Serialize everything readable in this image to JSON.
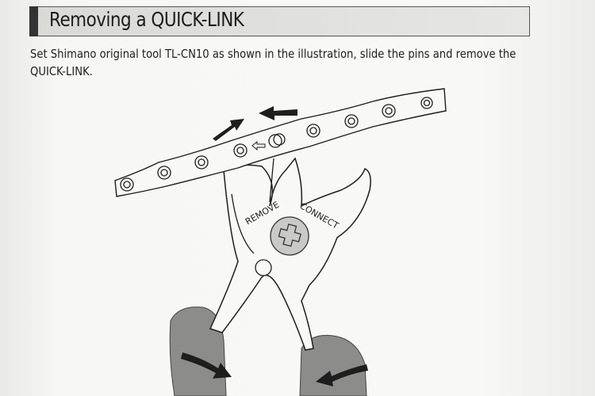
{
  "section": {
    "title": "Removing a QUICK-LINK",
    "instruction": "Set Shimano original tool TL-CN10 as shown in the illustration, slide the pins and remove the QUICK-LINK."
  },
  "illustration": {
    "tool_labels": {
      "remove": "REMOVE",
      "connect": "CONNECT"
    },
    "colors": {
      "hand": "#8c8c8a",
      "screw": "#c9c9c7",
      "line": "#1e1e1e"
    }
  }
}
